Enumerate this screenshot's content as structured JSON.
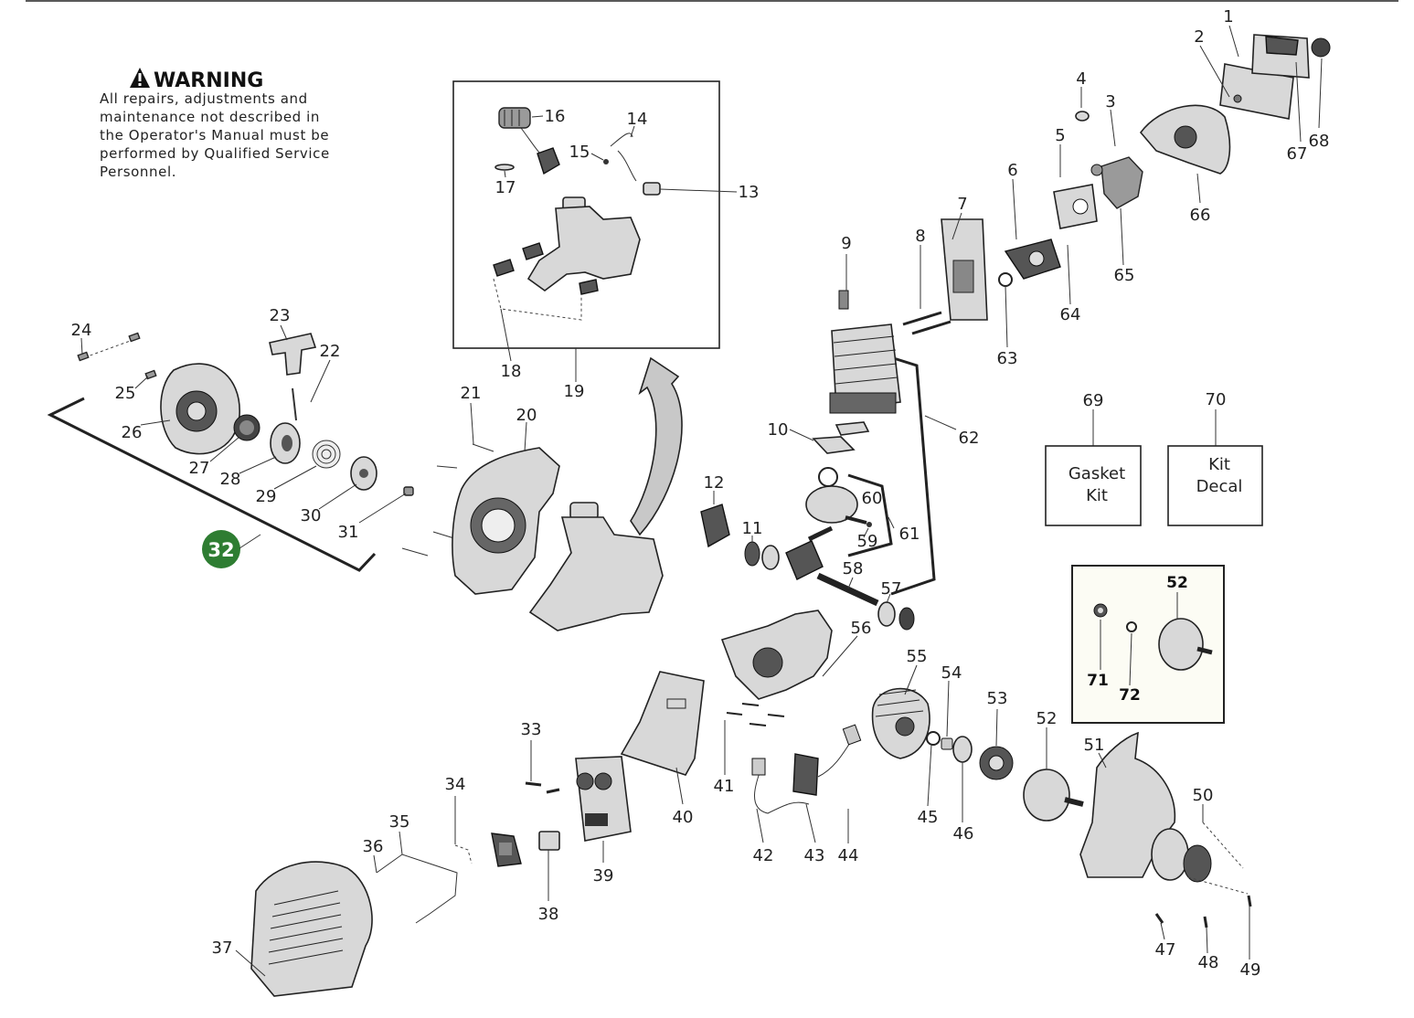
{
  "warning": {
    "title": "WARNING",
    "lines": [
      "All repairs, adjustments and",
      "maintenance not described in",
      "the Operator's Manual must be",
      "performed by Qualified Service",
      "Personnel."
    ]
  },
  "kits": {
    "gasket": {
      "number": "69",
      "line1": "Gasket",
      "line2": "Kit"
    },
    "decal": {
      "number": "70",
      "line1": "Kit",
      "line2": "Decal"
    }
  },
  "assembly_badge": "32",
  "inset_clutch": {
    "n52": "52",
    "n71": "71",
    "n72": "72"
  },
  "callouts": {
    "n1": "1",
    "n2": "2",
    "n3": "3",
    "n4": "4",
    "n5": "5",
    "n6": "6",
    "n7": "7",
    "n8": "8",
    "n9": "9",
    "n10": "10",
    "n11": "11",
    "n12": "12",
    "n13": "13",
    "n14": "14",
    "n15": "15",
    "n16": "16",
    "n17": "17",
    "n18": "18",
    "n19": "19",
    "n20": "20",
    "n21": "21",
    "n22": "22",
    "n23": "23",
    "n24": "24",
    "n25": "25",
    "n26": "26",
    "n27": "27",
    "n28": "28",
    "n29": "29",
    "n30": "30",
    "n31": "31",
    "n33": "33",
    "n34": "34",
    "n35": "35",
    "n36": "36",
    "n37": "37",
    "n38": "38",
    "n39": "39",
    "n40": "40",
    "n41": "41",
    "n42": "42",
    "n43": "43",
    "n44": "44",
    "n45": "45",
    "n46": "46",
    "n47": "47",
    "n48": "48",
    "n49": "49",
    "n50": "50",
    "n51": "51",
    "n52": "52",
    "n53": "53",
    "n54": "54",
    "n55": "55",
    "n56": "56",
    "n57": "57",
    "n58": "58",
    "n59": "59",
    "n60": "60",
    "n61": "61",
    "n62": "62",
    "n63": "63",
    "n64": "64",
    "n65": "65",
    "n66": "66",
    "n67": "67",
    "n68": "68"
  },
  "colors": {
    "badge": "#2e7d32",
    "line": "#222222",
    "part_fill": "#d8d8d8"
  }
}
